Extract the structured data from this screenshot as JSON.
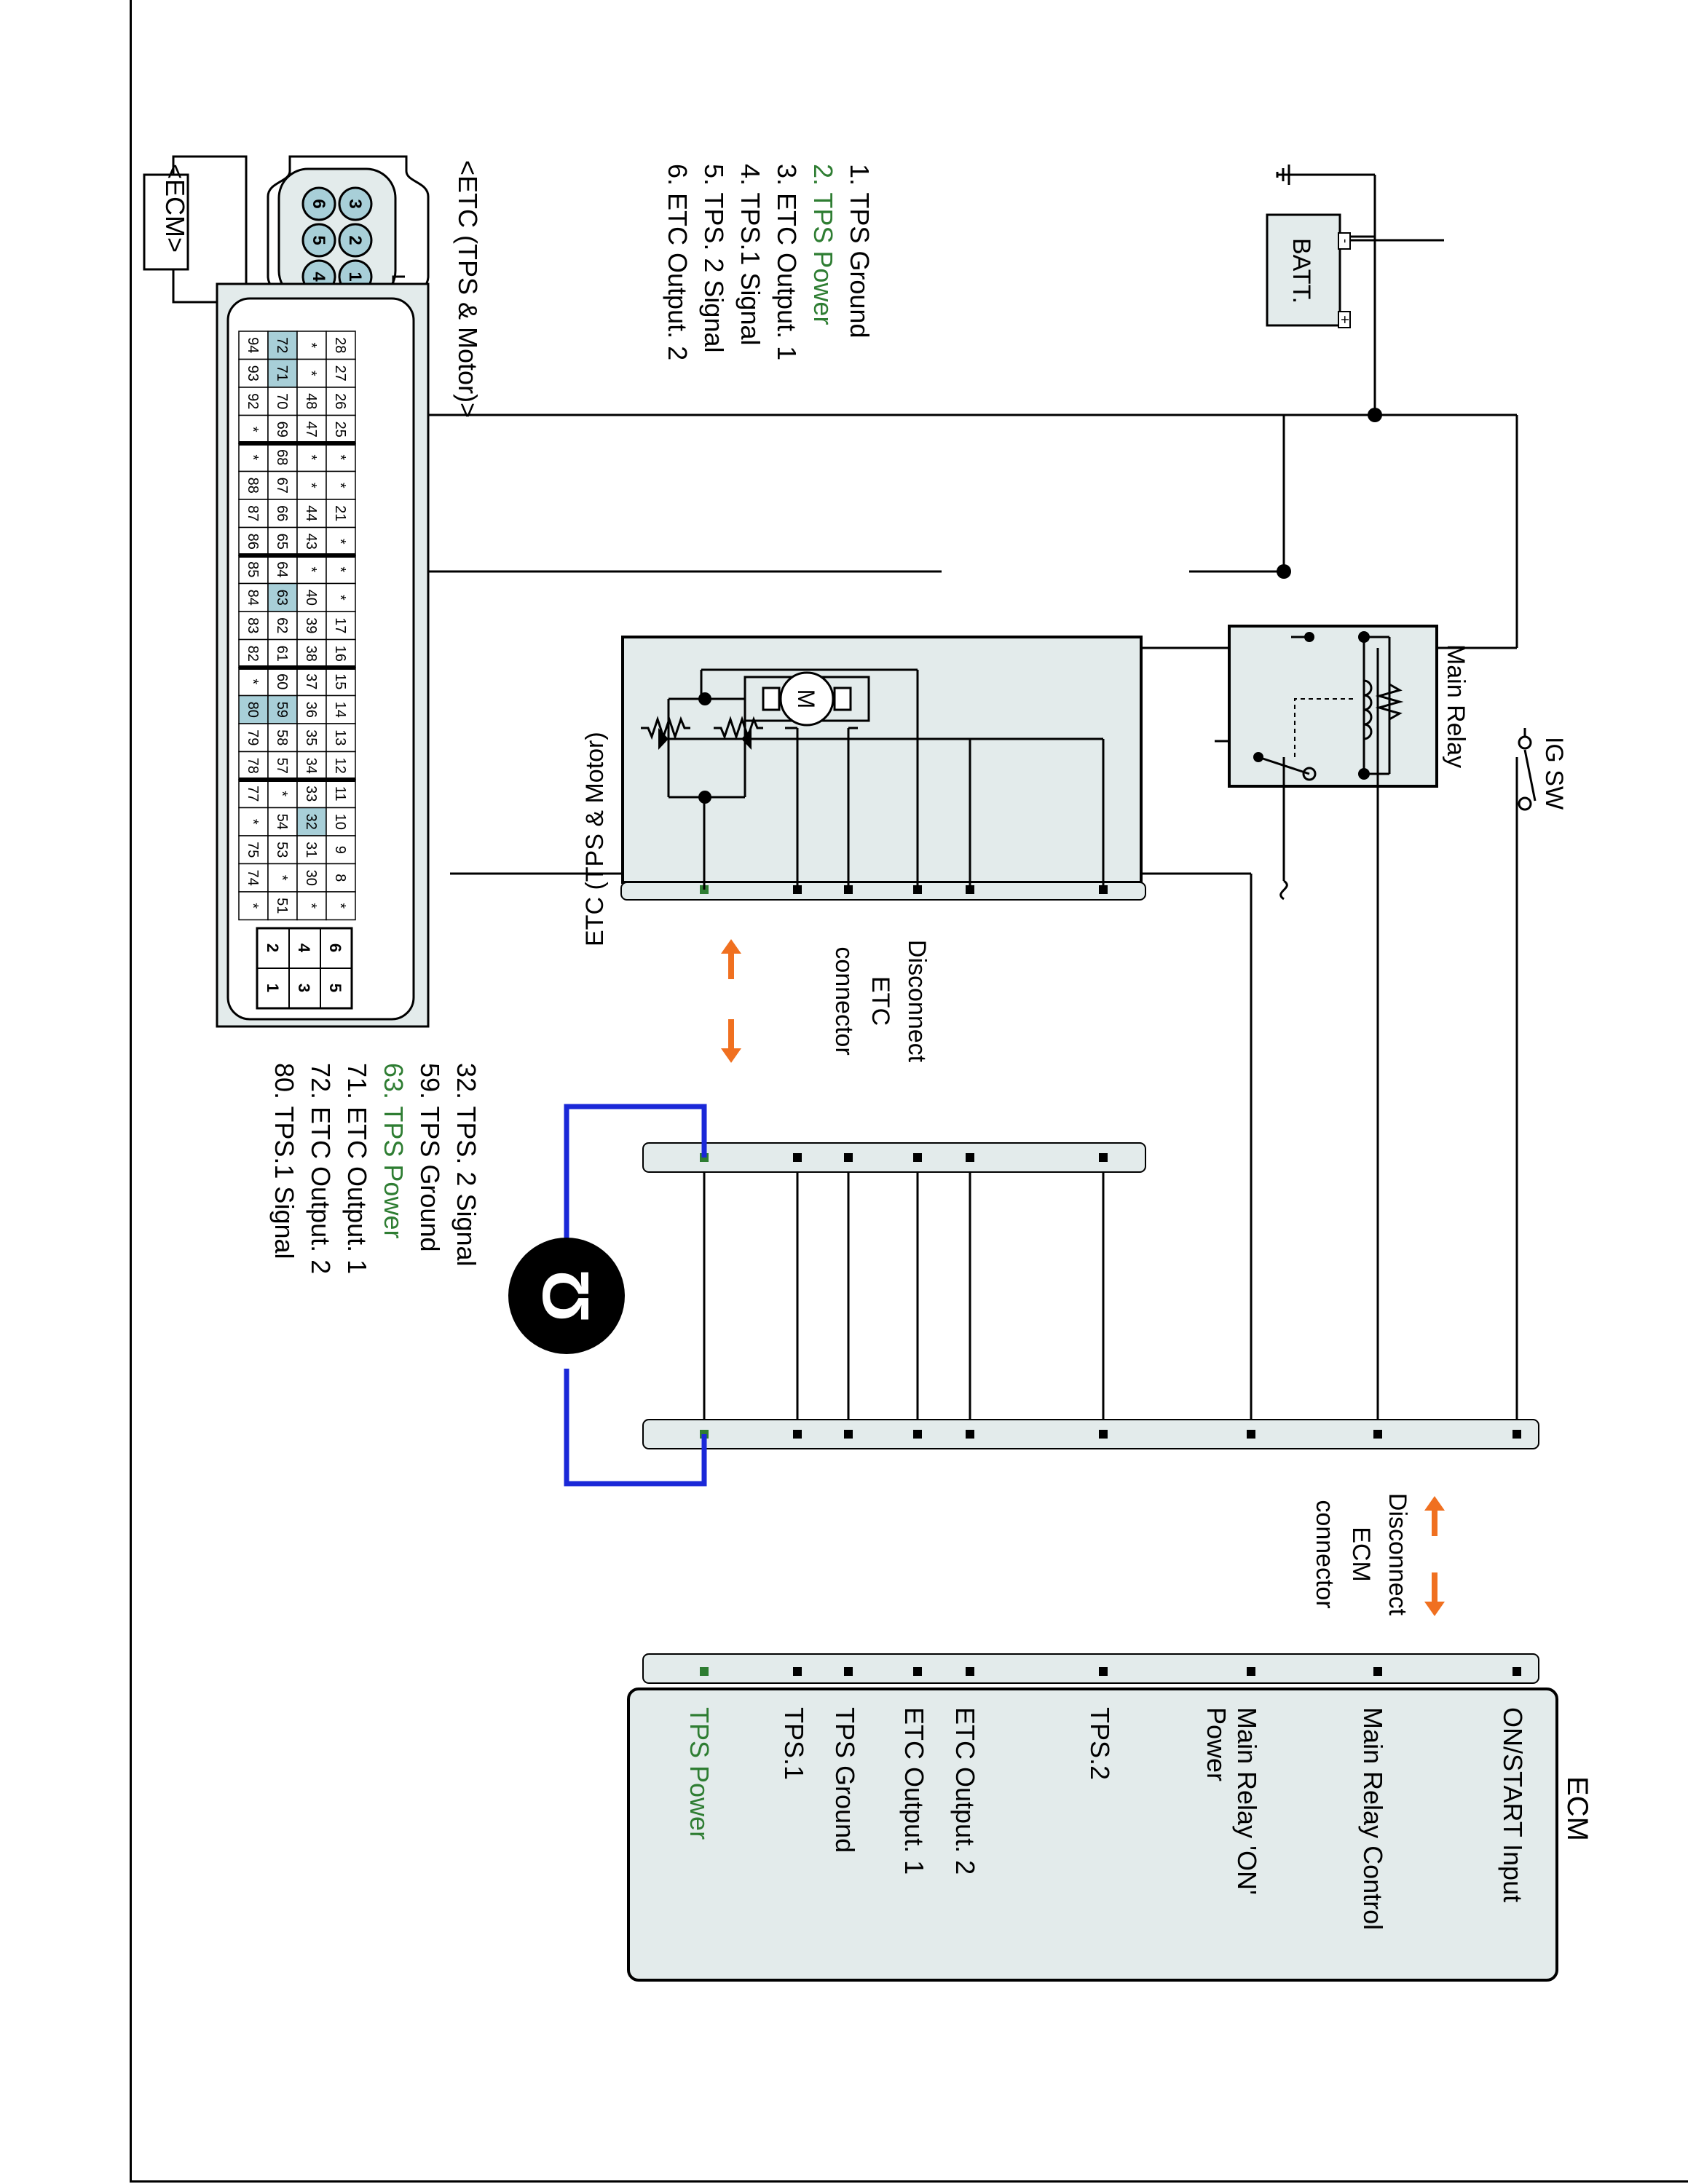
{
  "colors": {
    "green": "#2e7d32",
    "orange": "#f07020",
    "blue": "#1a28d8",
    "panel": "#e3ebeb",
    "pin_highlight": "#a8cfd8"
  },
  "top_circuit": {
    "ig_sw": "IG SW",
    "main_relay": "Main Relay",
    "batt": "BATT.",
    "batt_plus": "+",
    "batt_minus": "-"
  },
  "etc_connector": {
    "title": "<ETC (TPS & Motor)>",
    "pins": [
      "1. TPS Ground",
      "2. TPS Power",
      "3. ETC Output. 1",
      "4. TPS.1 Signal",
      "5. TPS. 2 Signal",
      "6. ETC Output. 2"
    ],
    "face_numbers": [
      "3",
      "2",
      "1",
      "6",
      "5",
      "4"
    ]
  },
  "etc_component": {
    "title": "ETC (TPS & Motor)",
    "motor": "M"
  },
  "etc_disconnect": {
    "line1": "Disconnect",
    "line2": "ETC",
    "line3": "connector"
  },
  "ecm_disconnect": {
    "line1": "Disconnect",
    "line2": "ECM",
    "line3": "connector"
  },
  "ohmmeter": {
    "symbol": "Ω",
    "icon": "ohmmeter-icon"
  },
  "ecm_block": {
    "title": "ECM",
    "labels": [
      "ON/START Input",
      "Main Relay Control",
      "Main Relay 'ON'",
      "Power",
      "TPS.2",
      "TPS Power",
      "TPS.1",
      "TPS Ground",
      "ETC Output. 1",
      "ETC Output. 2"
    ]
  },
  "ecm_connector": {
    "title": "<ECM>",
    "row1": [
      "94",
      "93",
      "92",
      "*",
      "*",
      "88",
      "87",
      "86",
      "85",
      "84",
      "83",
      "82",
      "*",
      "80",
      "79",
      "78",
      "77",
      "*",
      "75",
      "74",
      "*"
    ],
    "row2": [
      "72",
      "71",
      "70",
      "69",
      "68",
      "67",
      "66",
      "65",
      "64",
      "63",
      "62",
      "61",
      "60",
      "59",
      "58",
      "57",
      "*",
      "54",
      "53",
      "*",
      "51"
    ],
    "row3": [
      "*",
      "*",
      "48",
      "47",
      "*",
      "*",
      "44",
      "43",
      "*",
      "40",
      "39",
      "38",
      "37",
      "36",
      "35",
      "34",
      "33",
      "32",
      "31",
      "30",
      "*"
    ],
    "row4": [
      "28",
      "27",
      "26",
      "25",
      "*",
      "*",
      "21",
      "*",
      "*",
      "*",
      "17",
      "16",
      "15",
      "14",
      "13",
      "12",
      "11",
      "10",
      "9",
      "8",
      "*"
    ],
    "small_box": [
      "6",
      "5",
      "4",
      "3",
      "2",
      "1"
    ],
    "pins": [
      "32. TPS. 2 Signal",
      "59. TPS Ground",
      "63. TPS Power",
      "71. ETC Output. 1",
      "72. ETC Output. 2",
      "80. TPS.1 Signal"
    ]
  }
}
